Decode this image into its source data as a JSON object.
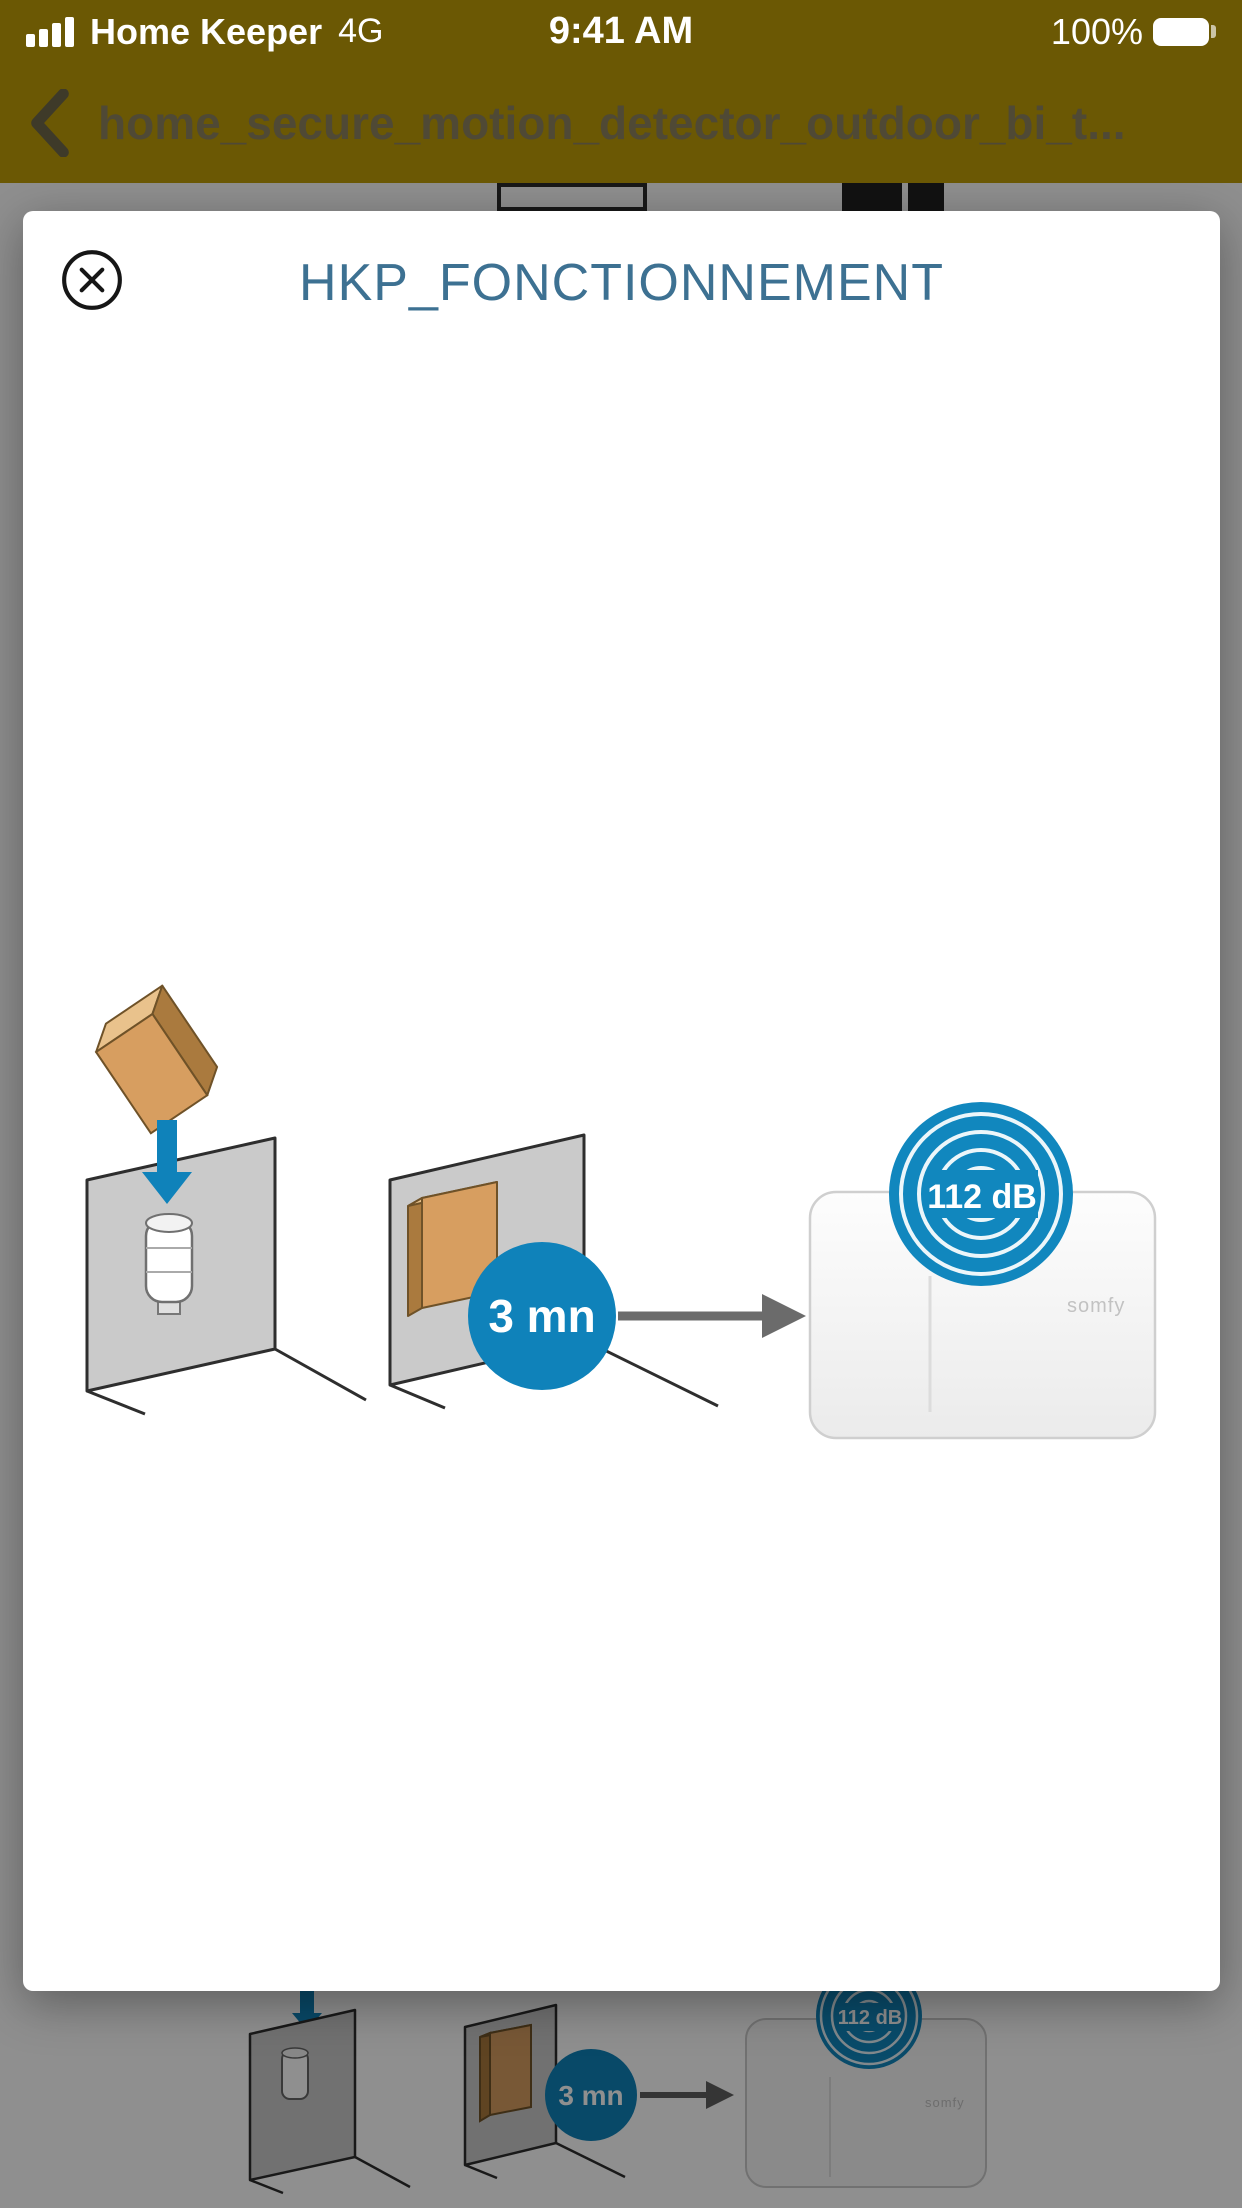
{
  "status_bar": {
    "carrier": "Home Keeper",
    "network": "4G",
    "time": "9:41 AM",
    "battery_percent": "100%"
  },
  "nav": {
    "title": "home_secure_motion_detector_outdoor_bi_t..."
  },
  "modal": {
    "title": "HKP_FONCTIONNEMENT"
  },
  "illustration": {
    "timer_label": "3 mn",
    "siren_volume_label": "112 dB",
    "brand_label": "somfy"
  },
  "background_preview": {
    "timer_label": "3 mn",
    "siren_volume_label": "112 dB",
    "brand_label": "somfy"
  },
  "colors": {
    "accent_blue": "#0f82ba",
    "header_background": "#6b5804",
    "modal_title_blue": "#3d7192"
  }
}
